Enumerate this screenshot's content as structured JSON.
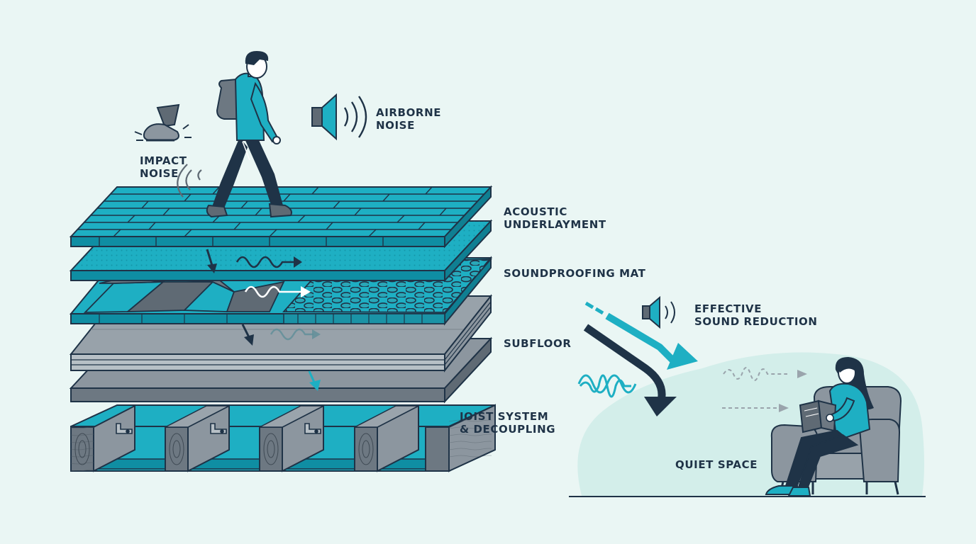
{
  "labels": {
    "impact_noise": [
      "IMPACT",
      "NOISE"
    ],
    "airborne_noise": [
      "AIRBORNE",
      "NOISE"
    ],
    "acoustic_underlayment": [
      "ACOUSTIC",
      "UNDERLAYMENT"
    ],
    "soundproofing_mat": "SOUNDPROOFING MAT",
    "subfloor": "SUBFLOOR",
    "joist_system": [
      "JOIST SYSTEM",
      "& DECOUPLING"
    ],
    "effective_sound_reduction": [
      "EFFECTIVE",
      "SOUND REDUCTION"
    ],
    "quiet_space": "QUIET SPACE"
  },
  "colors": {
    "background": "#eaf6f4",
    "teal": "#1eafc3",
    "teal_dark": "#0f8ea3",
    "navy": "#1f3347",
    "gray": "#8c969f",
    "gray_dark": "#5f6a74",
    "quiet_blob": "#d3eeea"
  },
  "icons": [
    "speaker-icon",
    "sound-wave-icon",
    "walking-person-icon",
    "reading-person-icon",
    "foot-step-icon"
  ]
}
